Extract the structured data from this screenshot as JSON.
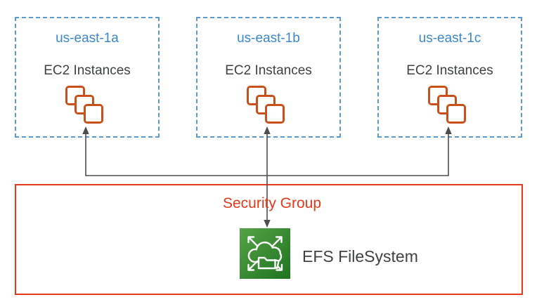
{
  "diagram": {
    "availability_zones": [
      {
        "name": "us-east-1a",
        "label": "EC2 Instances"
      },
      {
        "name": "us-east-1b",
        "label": "EC2 Instances"
      },
      {
        "name": "us-east-1c",
        "label": "EC2 Instances"
      }
    ],
    "security_group": {
      "label": "Security Group"
    },
    "efs": {
      "label": "EFS FileSystem"
    },
    "icons": {
      "ec2": "ec2-instances-stacked-squares-icon",
      "efs": "efs-cloud-folder-expand-icon",
      "connectors": "bidirectional-arrow-lines"
    },
    "colors": {
      "az_border": "#5B9BD5",
      "az_title": "#3C88CC",
      "ec2_icon": "#C8511B",
      "text_dark": "#3F4245",
      "connector": "#4D4D4D",
      "security_red": "#E5391B",
      "efs_green_light": "#55A346",
      "efs_green_dark": "#1E7320"
    }
  }
}
